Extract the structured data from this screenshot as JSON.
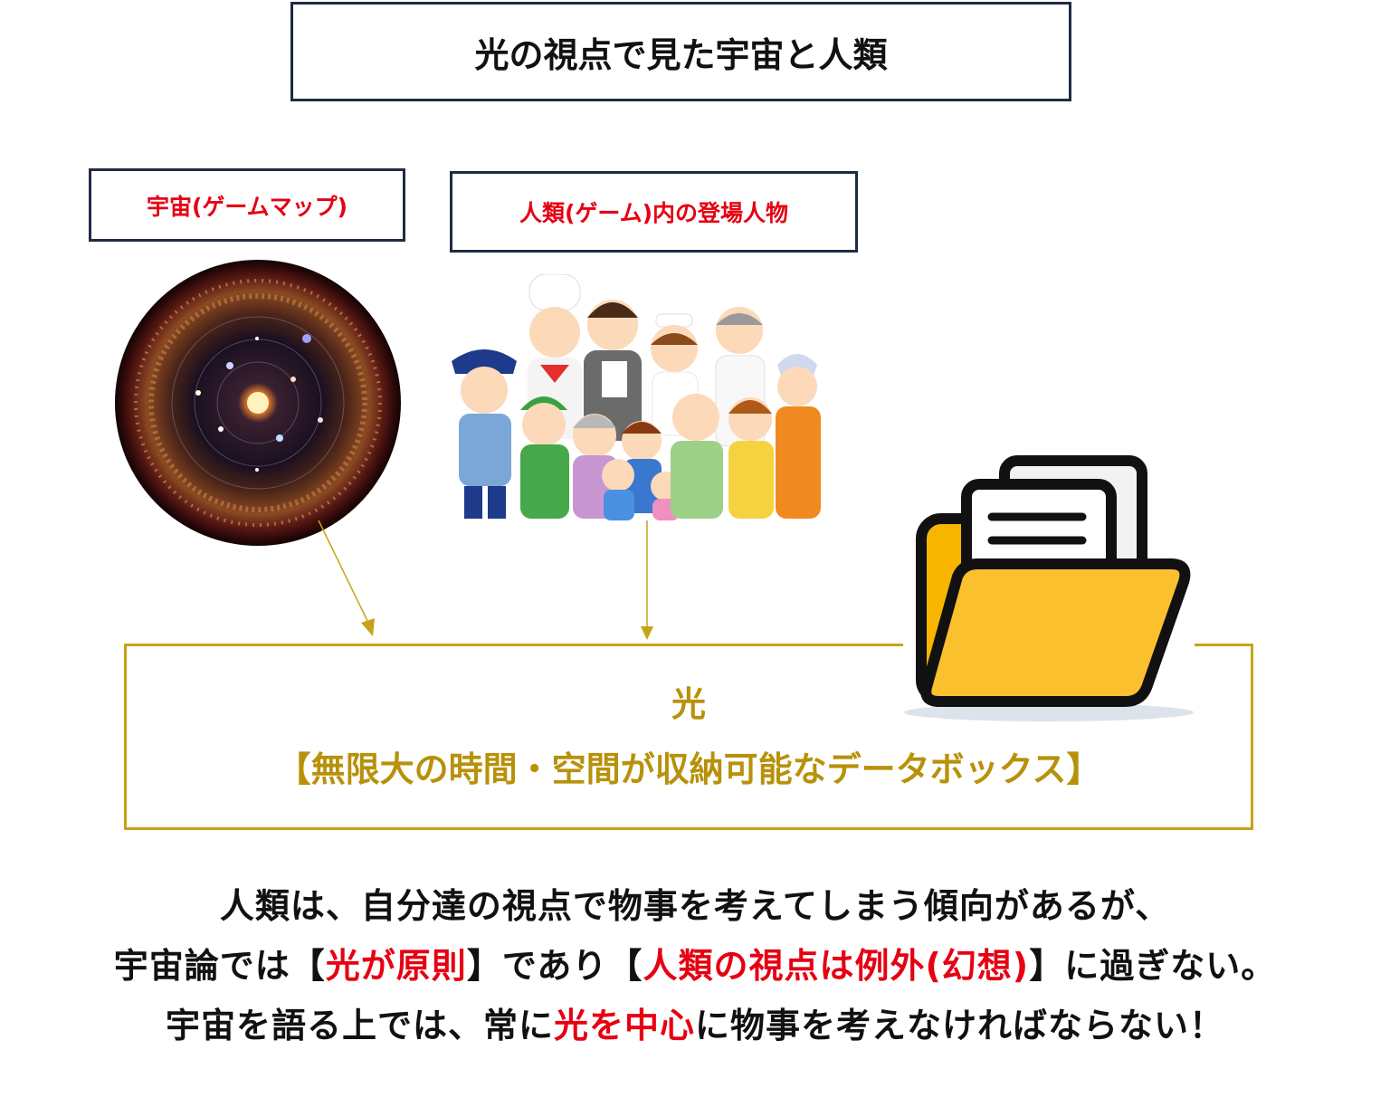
{
  "title": "光の視点で見た宇宙と人類",
  "universe_label": "宇宙(ゲームマップ)",
  "people_label": "人類(ゲーム)内の登場人物",
  "light_box": {
    "line1": "光",
    "line2": "【無限大の時間・空間が収納可能なデータボックス】"
  },
  "summary": {
    "line1": "人類は、自分達の視点で物事を考えてしまう傾向があるが、",
    "line2": {
      "a": "宇宙論では【",
      "b": "光が原則",
      "c": "】であり【",
      "d": "人類の視点は例外(幻想)",
      "e": "】に過ぎない。"
    },
    "line3": {
      "a": "宇宙を語る上では、常に",
      "b": "光を中心",
      "c": "に物事を考えなければならない！"
    }
  },
  "colors": {
    "accent_red": "#e60012",
    "gold": "#c8a217",
    "navy": "#1f2a44",
    "folder_yellow": "#f7b500"
  },
  "icons": [
    "universe-map-image",
    "people-group-illustration",
    "folder-documents-icon"
  ]
}
